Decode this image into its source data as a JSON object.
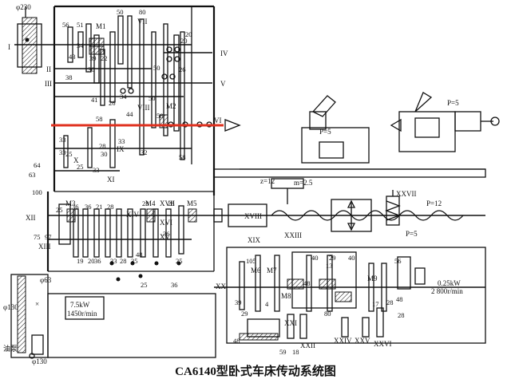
{
  "title": "CA6140型卧式车床传动系统图",
  "highlight_color": "#e0301e",
  "motor": {
    "power": "7.5kW",
    "speed": "1450r/min"
  },
  "feed_motor": {
    "power": "0.25kW",
    "speed": "2 800r/min"
  },
  "pump_label": "油泵",
  "labels": {
    "diam_230": "φ230",
    "diam_130a": "φ130",
    "diam_130b": "φ130",
    "diam_63": "φ63",
    "pitch_5_top": "P=5",
    "pitch_5_mid": "P=5",
    "pitch_5_low": "P=5",
    "pitch_12": "P=12",
    "z12": "z=12",
    "m25": "m=2.5",
    "x_mark": "×"
  },
  "shafts": [
    "I",
    "II",
    "III",
    "IV",
    "V",
    "VI",
    "VII",
    "VIII",
    "IX",
    "X",
    "XI",
    "XII",
    "XIII",
    "XIV",
    "XV",
    "XVI",
    "XVII",
    "XVIII",
    "XIX",
    "XX",
    "XXI",
    "XXII",
    "XXIII",
    "XXIV",
    "XXV",
    "XXVI",
    "XXVII"
  ],
  "clutches": [
    "M1",
    "M2",
    "M3",
    "M4",
    "M5",
    "M6",
    "M7",
    "M8",
    "M9"
  ],
  "gear_teeth": [
    "56",
    "51",
    "34",
    "50",
    "80",
    "20",
    "20",
    "39",
    "22",
    "43",
    "38",
    "30",
    "41",
    "58",
    "34",
    "26",
    "50",
    "44",
    "58",
    "50",
    "26",
    "58",
    "33",
    "25",
    "33",
    "25",
    "33",
    "63",
    "64",
    "100",
    "75",
    "97",
    "25",
    "21",
    "36",
    "28",
    "19",
    "20",
    "36",
    "33",
    "28",
    "35",
    "28",
    "28",
    "36",
    "48",
    "25",
    "36",
    "25",
    "56",
    "13",
    "29",
    "40",
    "40",
    "48",
    "48",
    "4",
    "29",
    "80",
    "17",
    "28",
    "28",
    "48",
    "59",
    "18",
    "105",
    "39",
    "33",
    "32",
    "28",
    "30",
    "36",
    "50",
    "28",
    "32",
    "100"
  ]
}
